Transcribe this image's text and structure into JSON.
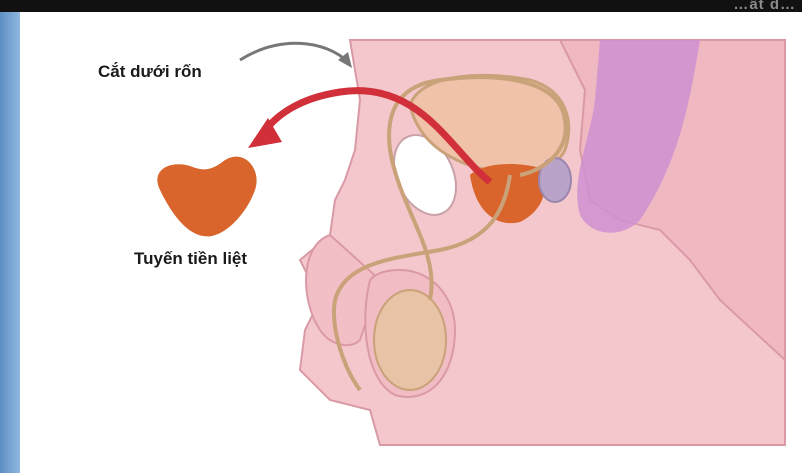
{
  "header": {
    "title_fragment": "…ất d…"
  },
  "labels": {
    "incision": "Cắt dưới rốn",
    "prostate": "Tuyến tiền liệt"
  },
  "colors": {
    "skin": "#f4c7cc",
    "skin_dark": "#e7a6b0",
    "bladder": "#efc2a9",
    "duct": "#c9a27a",
    "prostate": "#d9642c",
    "arrow_red": "#d1303a",
    "arrow_grey": "#777777",
    "vesicle": "#b9a3c8"
  }
}
